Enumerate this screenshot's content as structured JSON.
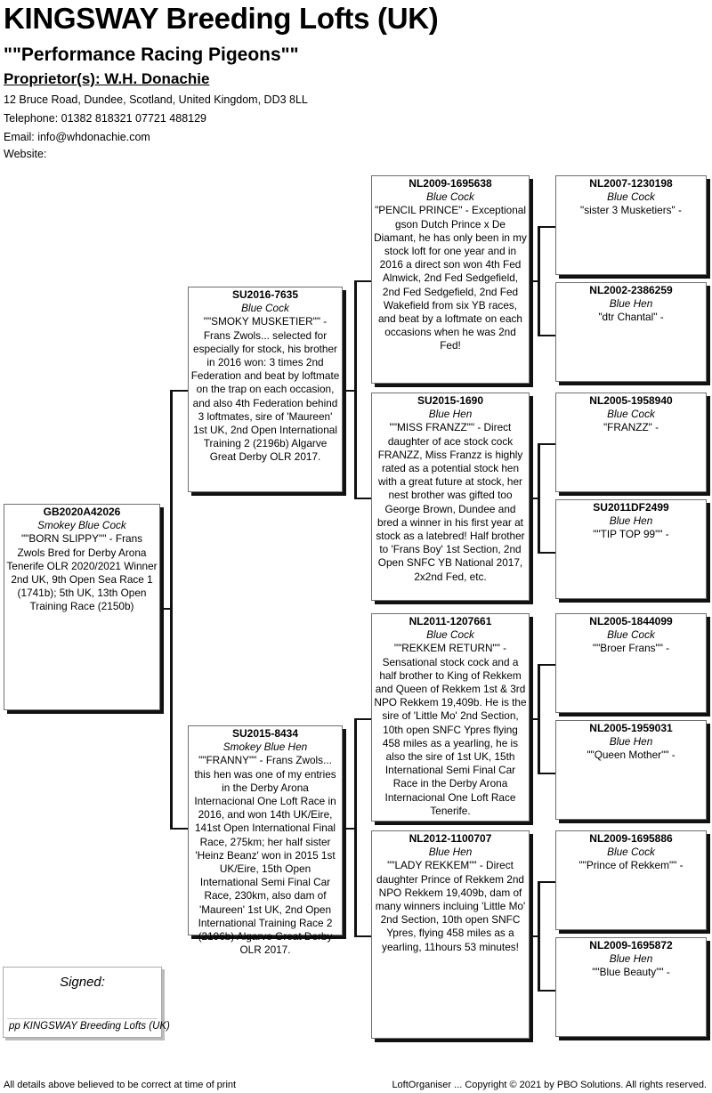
{
  "header": {
    "title": "KINGSWAY Breeding Lofts (UK)",
    "subtitle": "\"\"Performance Racing Pigeons\"\"",
    "proprietor": "Proprietor(s): W.H. Donachie",
    "address": "12 Bruce Road, Dundee, Scotland, United Kingdom,  DD3 8LL",
    "telephone": "Telephone: 01382 818321      07721 488129",
    "email": "Email: info@whdonachie.com",
    "website": "Website:"
  },
  "pedigree": {
    "subject": {
      "ring": "GB2020A42026",
      "color": "Smokey Blue Cock",
      "desc": "\"\"BORN SLIPPY\"\" - Frans Zwols Bred for Derby Arona Tenerife OLR 2020/2021 Winner 2nd UK, 9th Open Sea Race 1 (1741b); 5th UK, 13th Open Training Race (2150b)"
    },
    "sire": {
      "ring": "SU2016-7635",
      "color": "Blue Cock",
      "desc": "\"\"SMOKY MUSKETIER\"\" - Frans Zwols... selected for especially for stock, his brother in 2016 won: 3 times 2nd Federation and beat by loftmate on the trap on each occasion, and also 4th Federation behind 3 loftmates, sire of 'Maureen' 1st UK, 2nd Open International Training 2 (2196b) Algarve Great Derby OLR 2017."
    },
    "dam": {
      "ring": "SU2015-8434",
      "color": "Smokey Blue Hen",
      "desc": "\"\"FRANNY\"\" - Frans Zwols... this hen was one of my entries in the Derby Arona Internacional One Loft Race in 2016, and won 14th UK/Eire, 141st Open International Final Race, 275km; her half sister 'Heinz Beanz' won in 2015 1st UK/Eire, 15th Open International Semi Final Car Race, 230km, also dam of 'Maureen' 1st UK, 2nd Open International Training Race 2 (2196b) Algarve Great Derby OLR 2017."
    },
    "ss": {
      "ring": "NL2009-1695638",
      "color": "Blue Cock",
      "desc": "\"PENCIL PRINCE\" - Exceptional gson Dutch Prince x De Diamant, he has only been in my stock loft for one year and in 2016 a direct son won 4th Fed Alnwick, 2nd Fed Sedgefield, 2nd Fed Sedgefield, 2nd Fed Wakefield from six YB races, and beat by a loftmate on each occasions when he was 2nd Fed!"
    },
    "sd": {
      "ring": "SU2015-1690",
      "color": "Blue Hen",
      "desc": "\"\"MISS FRANZZ\"\" - Direct daughter of ace stock cock FRANZZ, Miss Franzz is highly rated as a potential stock hen with a great future at stock, her nest brother was gifted too George Brown, Dundee and bred a winner in his first year at stock as a latebred! Half brother to 'Frans Boy' 1st Section, 2nd Open SNFC YB National 2017, 2x2nd Fed, etc."
    },
    "ds": {
      "ring": "NL2011-1207661",
      "color": "Blue Cock",
      "desc": "\"\"REKKEM RETURN\"\" - Sensational stock cock and a half brother to King of Rekkem and Queen of Rekkem 1st & 3rd NPO Rekkem 19,409b. He is the sire of 'Little Mo' 2nd Section, 10th open SNFC Ypres flying 458 miles as a yearling, he is also the sire of 1st UK, 15th International Semi Final Car Race in the Derby Arona Internacional One Loft Race Tenerife."
    },
    "dd": {
      "ring": "NL2012-1100707",
      "color": "Blue Hen",
      "desc": "\"\"LADY REKKEM\"\" - Direct daughter Prince of Rekkem 2nd NPO Rekkem 19,409b, dam of many winners incluing 'Little Mo' 2nd Section, 10th open SNFC Ypres, flying 458 miles as a yearling, 11hours 53 minutes!"
    },
    "sss": {
      "ring": "NL2007-1230198",
      "color": "Blue Cock",
      "desc": "\"sister 3 Musketiers\" -"
    },
    "ssd": {
      "ring": "NL2002-2386259",
      "color": "Blue Hen",
      "desc": "\"dtr Chantal\" -"
    },
    "sds": {
      "ring": "NL2005-1958940",
      "color": "Blue Cock",
      "desc": "\"FRANZZ\" -"
    },
    "sdd": {
      "ring": "SU2011DF2499",
      "color": "Blue Hen",
      "desc": "\"\"TIP TOP 99\"\" -"
    },
    "dss": {
      "ring": "NL2005-1844099",
      "color": "Blue Cock",
      "desc": "\"\"Broer Frans\"\" -"
    },
    "dsd": {
      "ring": "NL2005-1959031",
      "color": "Blue Hen",
      "desc": "\"\"Queen Mother\"\" -"
    },
    "dds": {
      "ring": "NL2009-1695886",
      "color": "Blue Cock",
      "desc": "\"\"Prince of Rekkem\"\" -"
    },
    "ddd": {
      "ring": "NL2009-1695872",
      "color": "Blue Hen",
      "desc": "\"\"Blue Beauty\"\" -"
    }
  },
  "signature": {
    "label": "Signed:",
    "by": "pp KINGSWAY Breeding Lofts (UK)"
  },
  "footer": {
    "left": "All details above believed to be correct at time of print",
    "right": "LoftOrganiser ... Copyright © 2021 by PBO Solutions. All rights reserved."
  }
}
